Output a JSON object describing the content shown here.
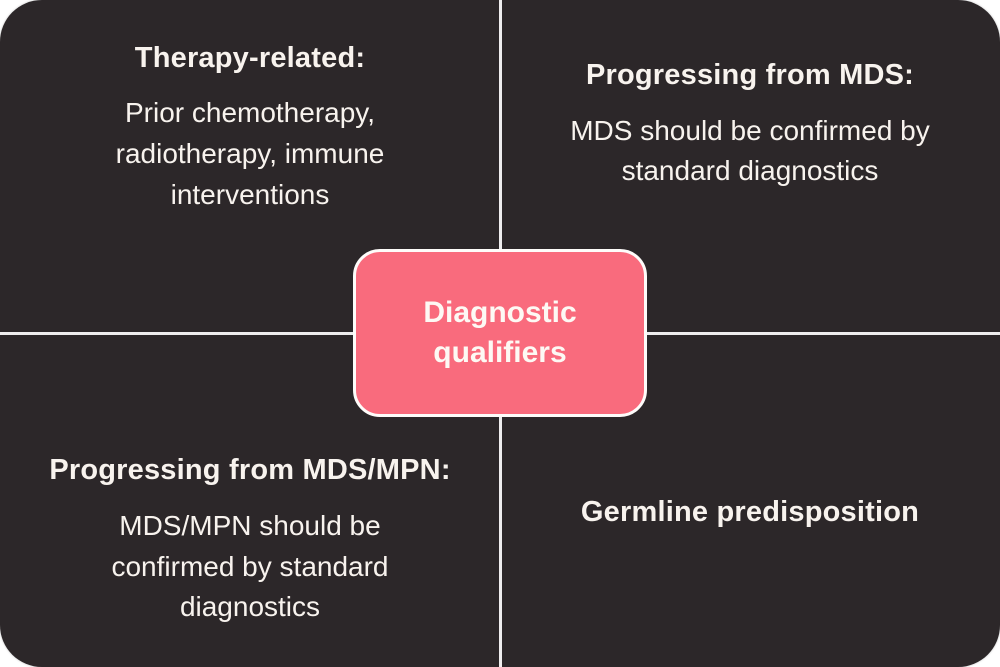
{
  "colors": {
    "background": "#2c2729",
    "accent": "#f96b7d",
    "divider": "#efedee",
    "text": "#f8f3ee",
    "nodeBorder": "#fefcfa",
    "nodeText": "#fdf9f4"
  },
  "center": {
    "label": "Diagnostic\nqualifiers"
  },
  "quadrants": [
    {
      "id": "therapy-related",
      "title": "Therapy-related:",
      "body": "Prior chemotherapy,\nradiotherapy, immune\ninterventions"
    },
    {
      "id": "progressing-from-mds",
      "title": "Progressing from MDS:",
      "body": "MDS should be confirmed by\nstandard diagnostics"
    },
    {
      "id": "progressing-from-mds-mpn",
      "title": "Progressing from MDS/MPN:",
      "body": "MDS/MPN should be\nconfirmed by standard\ndiagnostics"
    },
    {
      "id": "germline-predisposition",
      "title": "Germline predisposition"
    }
  ]
}
